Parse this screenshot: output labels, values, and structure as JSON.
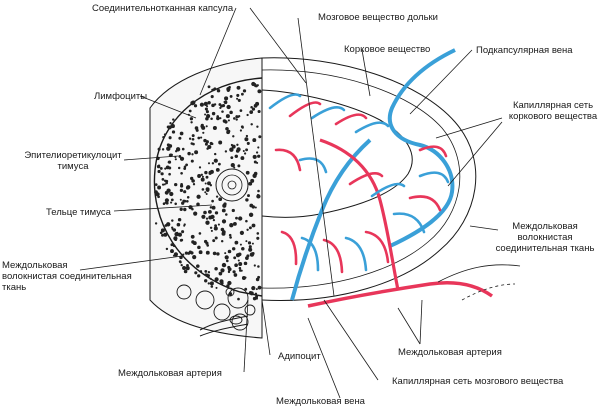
{
  "labels": {
    "capsule": "Соединительнотканная капсула",
    "medulla": "Мозговое вещество дольки",
    "cortex": "Корковое вещество",
    "subcapsular_vein": "Подкапсулярная вена",
    "lymphocytes": "Лимфоциты",
    "cortical_capillary_line1": "Капиллярная сеть",
    "cortical_capillary_line2": "коркового вещества",
    "epithelioreticulocyte_line1": "Эпителиоретикулоцит",
    "epithelioreticulocyte_line2": "тимуса",
    "thymic_body": "Тельце тимуса",
    "interlobular_connective_right_line1": "Междольковая",
    "interlobular_connective_right_line2": "волокнистая",
    "interlobular_connective_right_line3": "соединительная ткань",
    "interlobular_connective_left_line1": "Междольковая",
    "interlobular_connective_left_line2": "волокнистая соединительная",
    "interlobular_connective_left_line3": "ткань",
    "interlobular_artery_right": "Междольковая артерия",
    "adipocyte": "Адипоцит",
    "interlobular_artery_left": "Междольковая артерия",
    "medullary_capillary": "Капиллярная сеть мозгового вещества",
    "interlobular_vein": "Междольковая вена"
  },
  "colors": {
    "artery": "#e8365a",
    "vein": "#3aa0d8",
    "outline": "#1a1a1a",
    "tissue_dots": "#222222"
  }
}
